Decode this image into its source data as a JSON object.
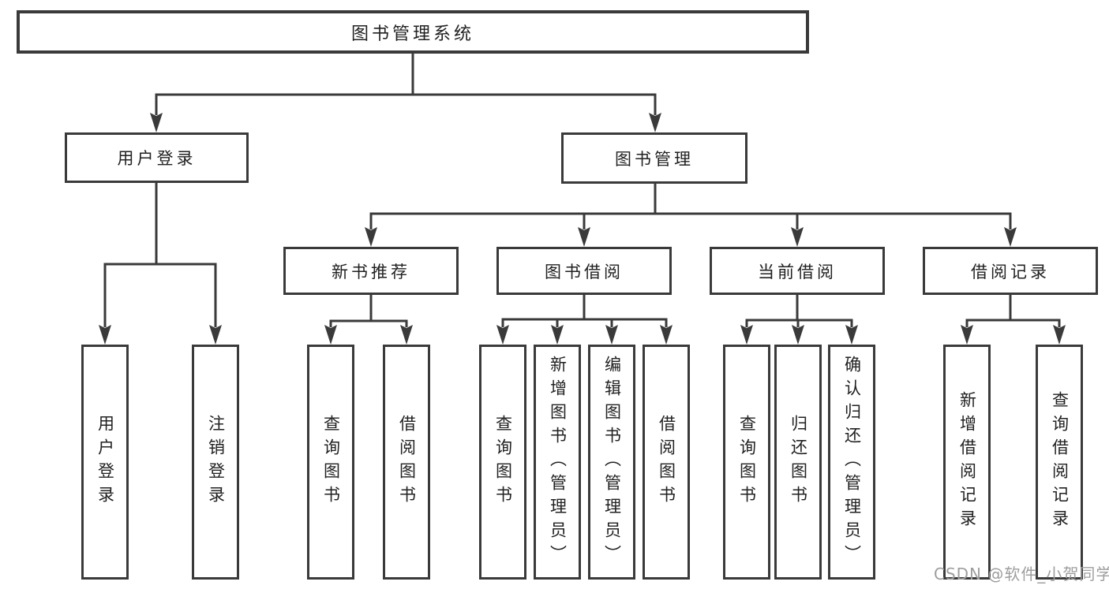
{
  "colors": {
    "line": "#3a3a3a",
    "text": "#212121",
    "watermark": "#9e9e9e",
    "background": "#ffffff"
  },
  "watermark": {
    "text": "CSDN @软件_小贺同学"
  },
  "tree": {
    "root": {
      "label": "图书管理系统",
      "children": [
        {
          "label": "用户登录",
          "children": [
            {
              "label": "用户登录"
            },
            {
              "label": "注销登录"
            }
          ]
        },
        {
          "label": "图书管理",
          "children": [
            {
              "label": "新书推荐",
              "children": [
                {
                  "label": "查询图书"
                },
                {
                  "label": "借阅图书"
                }
              ]
            },
            {
              "label": "图书借阅",
              "children": [
                {
                  "label": "查询图书"
                },
                {
                  "label": "新增图书（管理员）"
                },
                {
                  "label": "编辑图书（管理员）"
                },
                {
                  "label": "借阅图书"
                }
              ]
            },
            {
              "label": "当前借阅",
              "children": [
                {
                  "label": "查询图书"
                },
                {
                  "label": "归还图书"
                },
                {
                  "label": "确认归还（管理员）"
                }
              ]
            },
            {
              "label": "借阅记录",
              "children": [
                {
                  "label": "新增借阅记录"
                },
                {
                  "label": "查询借阅记录"
                }
              ]
            }
          ]
        }
      ]
    }
  }
}
